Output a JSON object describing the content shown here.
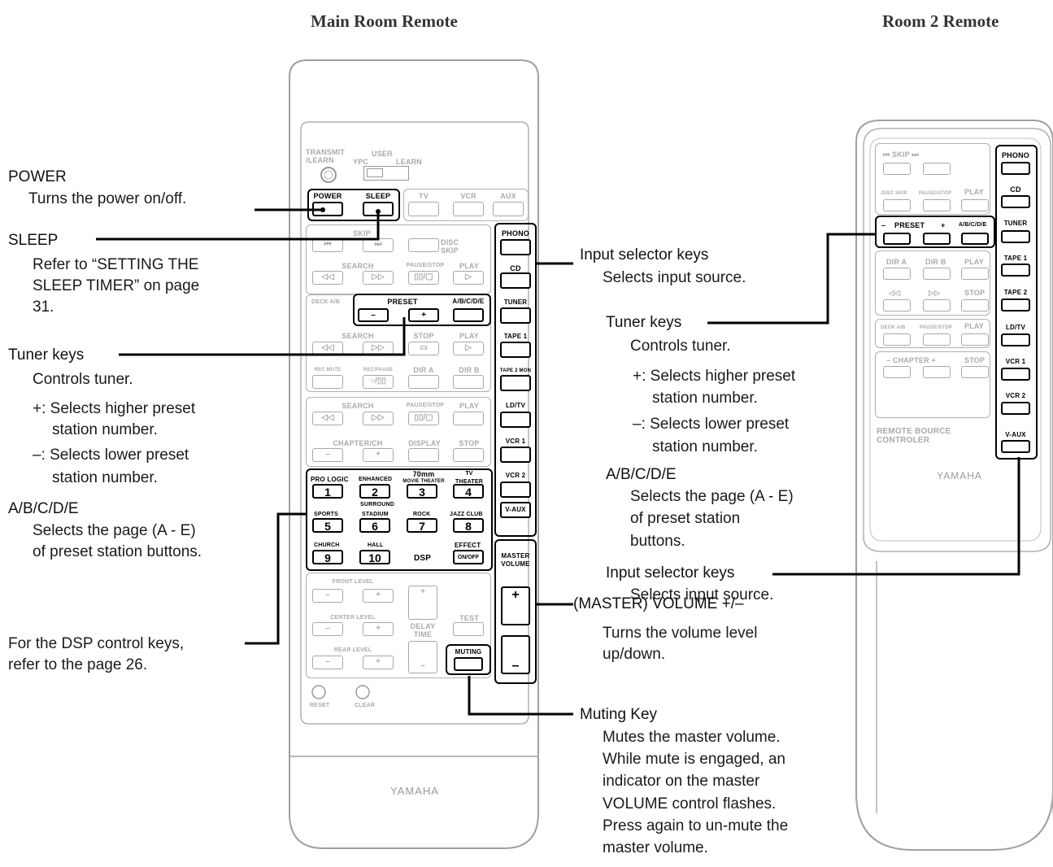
{
  "headers": {
    "main_room": "Main Room Remote",
    "room2": "Room 2 Remote"
  },
  "callouts": {
    "power": {
      "title": "POWER",
      "desc": "Turns the power on/off."
    },
    "sleep": {
      "title": "SLEEP",
      "desc_lines": [
        "Refer to “SETTING THE",
        "SLEEP TIMER” on page",
        "31."
      ]
    },
    "tuner_left": {
      "title": "Tuner keys",
      "desc": "Controls tuner.",
      "plus_lines": [
        "+: Selects higher preset",
        "station number."
      ],
      "minus_lines": [
        "–: Selects lower preset",
        "station number."
      ]
    },
    "abcde_left": {
      "title": "A/B/C/D/E",
      "desc_lines": [
        "Selects the page (A - E)",
        "of preset station buttons."
      ]
    },
    "dsp": {
      "lines": [
        "For the DSP control keys,",
        "refer to the page 26."
      ]
    },
    "input_mid": {
      "title": "Input selector keys",
      "desc": "Selects input source."
    },
    "tuner_mid": {
      "title": "Tuner keys",
      "desc": "Controls tuner.",
      "plus_lines": [
        "+: Selects higher preset",
        "station number."
      ],
      "minus_lines": [
        "–: Selects lower preset",
        "station number."
      ]
    },
    "abcde_mid": {
      "title": "A/B/C/D/E",
      "desc_lines": [
        "Selects the page (A - E)",
        "of preset station",
        "buttons."
      ]
    },
    "input_room2": {
      "title": "Input selector keys",
      "desc": "Selects input source."
    },
    "volume": {
      "title": "(MASTER) VOLUME +/–",
      "desc_lines": [
        "Turns the volume level",
        "up/down."
      ]
    },
    "muting": {
      "title": "Muting  Key",
      "desc_lines": [
        "Mutes the master volume.",
        "While mute is engaged, an",
        "indicator on the master",
        "VOLUME control flashes.",
        "Press again to un-mute the",
        "master volume."
      ]
    }
  },
  "main_remote": {
    "brand": "YAMAHA",
    "transmit_label": "TRANSMIT\n/LEARN",
    "ypc": "YPC",
    "user": "USER",
    "learn": "LEARN",
    "top_row": [
      "POWER",
      "SLEEP",
      "TV",
      "VCR",
      "AUX"
    ],
    "skip": "SKIP",
    "disc_skip": "DISC\nSKIP",
    "search": "SEARCH",
    "pausestop": "PAUSE/STOP",
    "play": "PLAY",
    "deck_ab": "DECK A/B",
    "preset": "PRESET",
    "abcde": "A/B/C/D/E",
    "stop": "STOP",
    "rec_mute": "REC MUTE",
    "rec_pause": "REC/PAUSE",
    "dir_a": "DIR A",
    "dir_b": "DIR B",
    "chapter": "CHAPTER/CH",
    "display": "DISPLAY",
    "inputs": [
      "PHONO",
      "CD",
      "TUNER",
      "TAPE 1",
      "TAPE 2 MON",
      "LD/TV",
      "VCR 1",
      "VCR 2",
      "V-AUX"
    ],
    "dsp_labels": {
      "pro_logic": "PRO LOGIC",
      "enhanced": "ENHANCED",
      "mm70": "70mm",
      "movie_theater": "MOVIE THEATER",
      "tv_theater": "TV\nTHEATER",
      "surround": "SURROUND",
      "sports": "SPORTS",
      "stadium": "STADIUM",
      "rock": "ROCK",
      "jazz_club": "JAZZ CLUB",
      "church": "CHURCH",
      "hall": "HALL",
      "dsp": "DSP",
      "effect": "EFFECT",
      "on_off": "ON/OFF"
    },
    "numbers": [
      "1",
      "2",
      "3",
      "4",
      "5",
      "6",
      "7",
      "8",
      "9",
      "10"
    ],
    "master_volume": "MASTER\nVOLUME",
    "front_level": "FRONT LEVEL",
    "center_level": "CENTER LEVEL",
    "rear_level": "REAR LEVEL",
    "delay_time": "DELAY\nTIME",
    "test": "TEST",
    "muting": "MUTING",
    "reset": "RESET",
    "clear": "CLEAR",
    "plus": "+",
    "minus": "–"
  },
  "room2_remote": {
    "brand": "YAMAHA",
    "skip": "SKIP",
    "disc_skip": "DISC SKIP",
    "pausestop": "PAUSE/STOP",
    "play": "PLAY",
    "preset": "PRESET",
    "abcde": "A/B/C/D/E",
    "dir_a": "DIR A",
    "dir_b": "DIR B",
    "stop": "STOP",
    "deck_ab": "DECK A/B",
    "chapter": "CHAPTER",
    "remote_label": "REMOTE BOURCE\nCONTROLER",
    "inputs": [
      "PHONO",
      "CD",
      "TUNER",
      "TAPE 1",
      "TAPE 2",
      "LD/TV",
      "VCR 1",
      "VCR 2",
      "V-AUX"
    ]
  }
}
